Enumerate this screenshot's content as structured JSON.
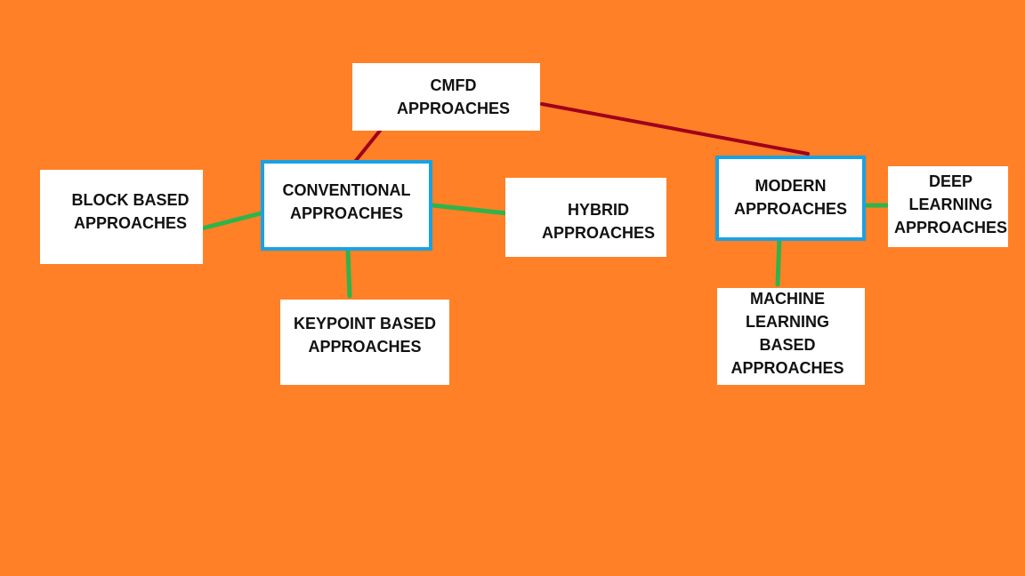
{
  "colors": {
    "background": "#FF8026",
    "node_fill": "#FFFFFF",
    "highlight_border": "#1BA1E2",
    "edge_root": "#A0001C",
    "edge_child": "#2FB34A"
  },
  "nodes": {
    "cmfd": {
      "lines": [
        "CMFD",
        "APPROACHES"
      ]
    },
    "conventional": {
      "lines": [
        "CONVENTIONAL",
        "APPROACHES"
      ]
    },
    "block": {
      "lines": [
        "BLOCK BASED",
        "APPROACHES"
      ]
    },
    "hybrid": {
      "lines": [
        "HYBRID",
        "APPROACHES"
      ]
    },
    "keypoint": {
      "lines": [
        "KEYPOINT BASED",
        "APPROACHES"
      ]
    },
    "modern": {
      "lines": [
        "MODERN",
        "APPROACHES"
      ]
    },
    "deep": {
      "lines": [
        "DEEP",
        "LEARNING",
        "APPROACHES"
      ]
    },
    "ml": {
      "lines": [
        "MACHINE",
        "LEARNING",
        "BASED",
        "APPROACHES"
      ]
    }
  },
  "edges": [
    {
      "from": "cmfd",
      "to": "conventional",
      "kind": "root"
    },
    {
      "from": "cmfd",
      "to": "modern",
      "kind": "root"
    },
    {
      "from": "conventional",
      "to": "block",
      "kind": "child"
    },
    {
      "from": "conventional",
      "to": "hybrid",
      "kind": "child"
    },
    {
      "from": "conventional",
      "to": "keypoint",
      "kind": "child"
    },
    {
      "from": "modern",
      "to": "deep",
      "kind": "child"
    },
    {
      "from": "modern",
      "to": "ml",
      "kind": "child"
    }
  ]
}
